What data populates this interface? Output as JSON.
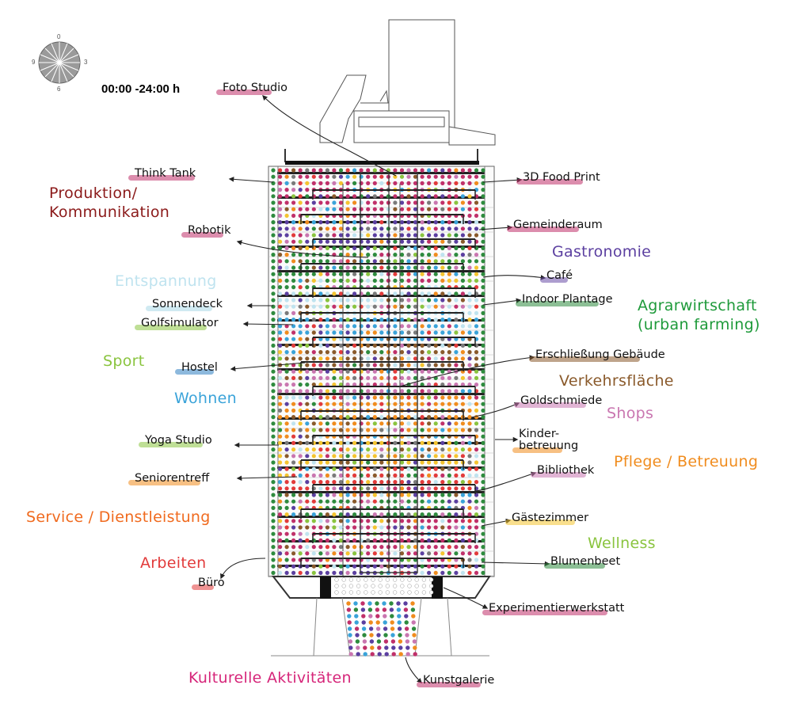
{
  "compass": {
    "n": "0",
    "e": "3",
    "s": "6",
    "w": "9"
  },
  "time": "00:00 -24:00 h",
  "labels": [
    {
      "id": "foto",
      "text": "Foto Studio",
      "color": "#c0306a"
    },
    {
      "id": "thinktank",
      "text": "Think Tank",
      "color": "#c0306a"
    },
    {
      "id": "food",
      "text": "3D Food Print",
      "color": "#c0306a"
    },
    {
      "id": "robotik",
      "text": "Robotik",
      "color": "#c0306a"
    },
    {
      "id": "gemeinde",
      "text": "Gemeinderaum",
      "color": "#c0306a"
    },
    {
      "id": "cafe",
      "text": "Café",
      "color": "#6a4ca8"
    },
    {
      "id": "indoor",
      "text": "Indoor Plantage",
      "color": "#2e8b3e"
    },
    {
      "id": "sonnendeck",
      "text": "Sonnendeck",
      "color": "#a9d8e8"
    },
    {
      "id": "golf",
      "text": "Golfsimulator",
      "color": "#8ac43f"
    },
    {
      "id": "erschl",
      "text": "Erschließung Gebäude",
      "color": "#8a5a2b"
    },
    {
      "id": "hostel",
      "text": "Hostel",
      "color": "#2f7fc1"
    },
    {
      "id": "gold",
      "text": "Goldschmiede",
      "color": "#c976b0"
    },
    {
      "id": "yoga",
      "text": "Yoga Studio",
      "color": "#8ac43f"
    },
    {
      "id": "kinder",
      "text": "Kinder-\nbetreuung",
      "color": "#f08c1e"
    },
    {
      "id": "senioren",
      "text": "Seniorentreff",
      "color": "#f08c1e"
    },
    {
      "id": "biblio",
      "text": "Bibliothek",
      "color": "#c976b0"
    },
    {
      "id": "gaeste",
      "text": "Gästezimmer",
      "color": "#f4c430"
    },
    {
      "id": "blumen",
      "text": "Blumenbeet",
      "color": "#2e8b3e"
    },
    {
      "id": "buero",
      "text": "Büro",
      "color": "#e23b3b"
    },
    {
      "id": "experi",
      "text": "Experimentierwerkstatt",
      "color": "#c0306a"
    },
    {
      "id": "kunst",
      "text": "Kunstgalerie",
      "color": "#c0306a"
    }
  ],
  "categories": [
    {
      "id": "produktion",
      "text": "Produktion/\nKommunikation",
      "color": "#8b1a1a"
    },
    {
      "id": "gastro",
      "text": "Gastronomie",
      "color": "#5b3fa0"
    },
    {
      "id": "entspannung",
      "text": "Entspannung",
      "color": "#bfe3ef"
    },
    {
      "id": "agrar",
      "text": "Agrarwirtschaft\n(urban farming)",
      "color": "#1e9a3a"
    },
    {
      "id": "sport",
      "text": "Sport",
      "color": "#8ac43f"
    },
    {
      "id": "verkehr",
      "text": "Verkehrsfläche",
      "color": "#8a5a2b"
    },
    {
      "id": "wohnen",
      "text": "Wohnen",
      "color": "#3aa3d9"
    },
    {
      "id": "shops",
      "text": "Shops",
      "color": "#c976b0"
    },
    {
      "id": "pflege",
      "text": "Pflege / Betreuung",
      "color": "#f08c1e"
    },
    {
      "id": "service",
      "text": "Service / Dienstleistung",
      "color": "#f06a1e"
    },
    {
      "id": "wellness",
      "text": "Wellness",
      "color": "#8ac43f"
    },
    {
      "id": "arbeiten",
      "text": "Arbeiten",
      "color": "#e23b3b"
    },
    {
      "id": "kultur",
      "text": "Kulturelle Aktivitäten",
      "color": "#d6267a"
    }
  ],
  "dot_palette": [
    "#c0306a",
    "#e23b3b",
    "#2e8b3e",
    "#5b3fa0",
    "#f08c1e",
    "#3aa3d9",
    "#8a5a2b",
    "#7a7a7a",
    "#c976b0",
    "#bfe3ef",
    "#f4c430",
    "#8ac43f"
  ]
}
